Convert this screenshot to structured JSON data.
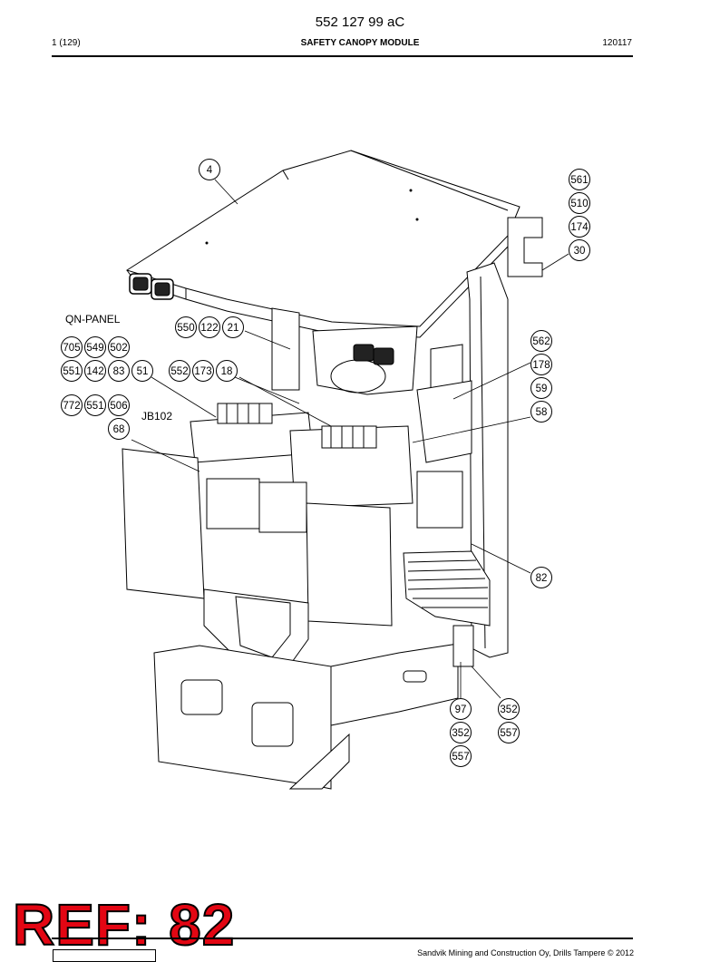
{
  "header": {
    "doc_number": "552 127 99 aC",
    "page": "1 (129)",
    "module_title": "SAFETY CANOPY MODULE",
    "date_code": "120117"
  },
  "labels": {
    "qn_panel": "QN-PANEL",
    "jb102": "JB102"
  },
  "callouts": [
    {
      "id": "4"
    },
    {
      "id": "561"
    },
    {
      "id": "510"
    },
    {
      "id": "174"
    },
    {
      "id": "30"
    },
    {
      "id": "550"
    },
    {
      "id": "122"
    },
    {
      "id": "21"
    },
    {
      "id": "705"
    },
    {
      "id": "549"
    },
    {
      "id": "502"
    },
    {
      "id": "551"
    },
    {
      "id": "142"
    },
    {
      "id": "83"
    },
    {
      "id": "51"
    },
    {
      "id": "552"
    },
    {
      "id": "173"
    },
    {
      "id": "18"
    },
    {
      "id": "772"
    },
    {
      "id": "551"
    },
    {
      "id": "506"
    },
    {
      "id": "68"
    },
    {
      "id": "562"
    },
    {
      "id": "178"
    },
    {
      "id": "59"
    },
    {
      "id": "58"
    },
    {
      "id": "82"
    },
    {
      "id": "97"
    },
    {
      "id": "352"
    },
    {
      "id": "352"
    },
    {
      "id": "557"
    },
    {
      "id": "557"
    }
  ],
  "watermark": "REF: 82",
  "footer": {
    "copyright": "Sandvik Mining and Construction Oy, Drills Tampere © 2012"
  }
}
